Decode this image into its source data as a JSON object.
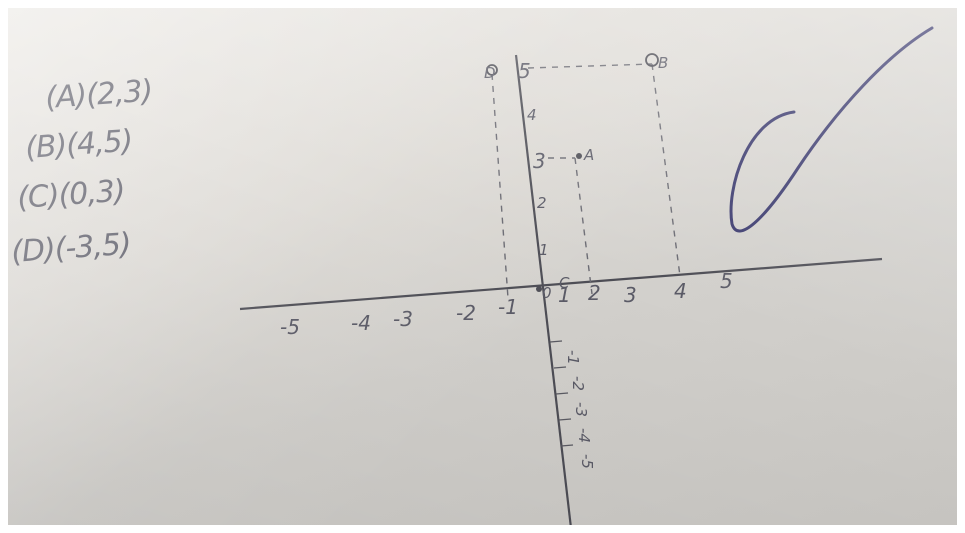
{
  "photo": {
    "points_list": [
      {
        "label": "(A)(2,3)"
      },
      {
        "label": "(B)(4,5)"
      },
      {
        "label": "(C)(0,3)"
      },
      {
        "label": "(D)(-3,5)"
      }
    ],
    "x_ticks": [
      "-5",
      "-4",
      "-3",
      "-2",
      "-1",
      "0",
      "1",
      "2",
      "3",
      "4",
      "5"
    ],
    "y_ticks_pos": [
      "1",
      "2",
      "3",
      "4",
      "5"
    ],
    "y_ticks_neg": [
      "-1",
      "-2",
      "-3",
      "-4",
      "-5"
    ],
    "point_marks": [
      "D",
      "B",
      "A",
      "C"
    ],
    "colors": {
      "pencil": "#5a5a66",
      "check_ink": "#3b3a6e",
      "paper": "#dedbd6"
    },
    "icons": [
      "checkmark-icon"
    ]
  }
}
